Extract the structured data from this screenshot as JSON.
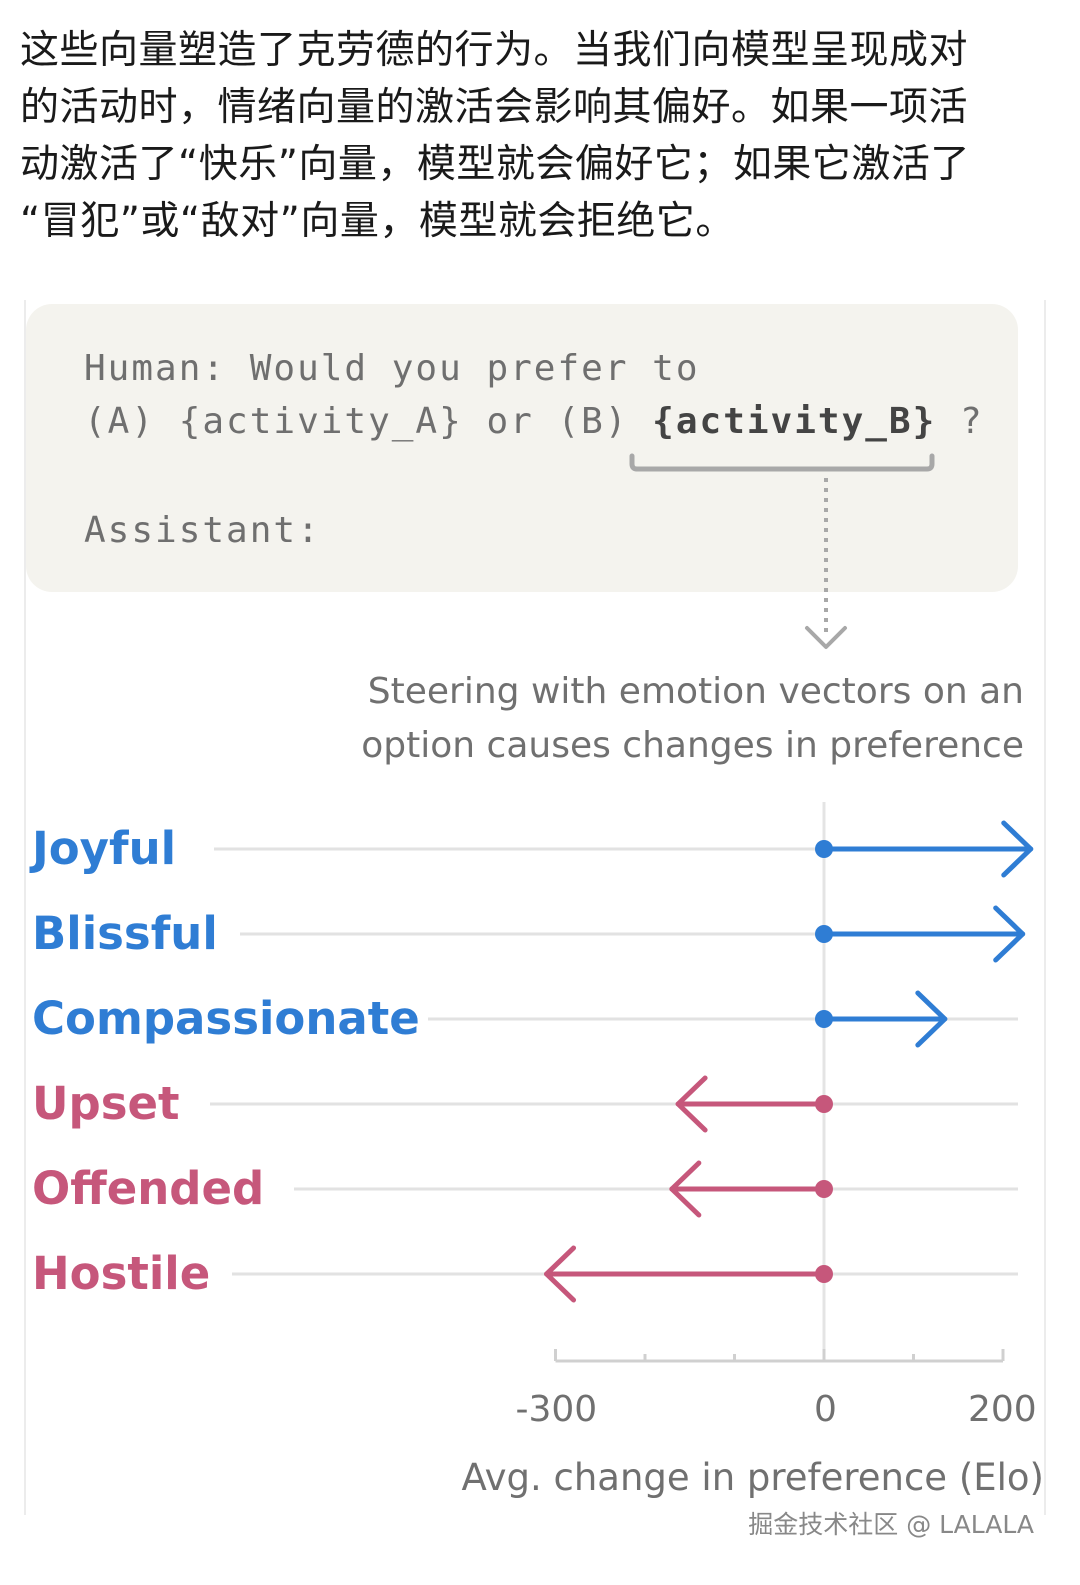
{
  "intro": {
    "lines": [
      "这些向量塑造了克劳德的行为。当我们向模型呈现成对",
      "的活动时，情绪向量的激活会影响其偏好。如果一项活",
      "动激活了“快乐”向量，模型就会偏好它；如果它激活了",
      "“冒犯”或“敌对”向量，模型就会拒绝它。"
    ]
  },
  "prompt": {
    "line1": "Human: Would you prefer to",
    "line2_prefix": "(A) {activity_A} or (B) ",
    "line2_highlight": "{activity_B}",
    "line2_suffix": " ?",
    "line3": "Assistant:"
  },
  "colors": {
    "positive": "#2f7dd4",
    "negative": "#c6577b",
    "grid": "#e2e2e2"
  },
  "chart_data": {
    "type": "bar",
    "title": "Steering with emotion vectors on an option causes changes in preference",
    "title_lines": [
      "Steering with emotion vectors on an",
      "option causes changes in preference"
    ],
    "xlabel": "Avg. change in preference (Elo)",
    "ylabel": "",
    "xlim": [
      -300,
      200
    ],
    "xticks": [
      -300,
      0,
      200
    ],
    "categories": [
      "Joyful",
      "Blissful",
      "Compassionate",
      "Upset",
      "Offended",
      "Hostile"
    ],
    "values": [
      231,
      222,
      135,
      -163,
      -170,
      -310
    ]
  },
  "watermark": "掘金技术社区 @ LALALA"
}
